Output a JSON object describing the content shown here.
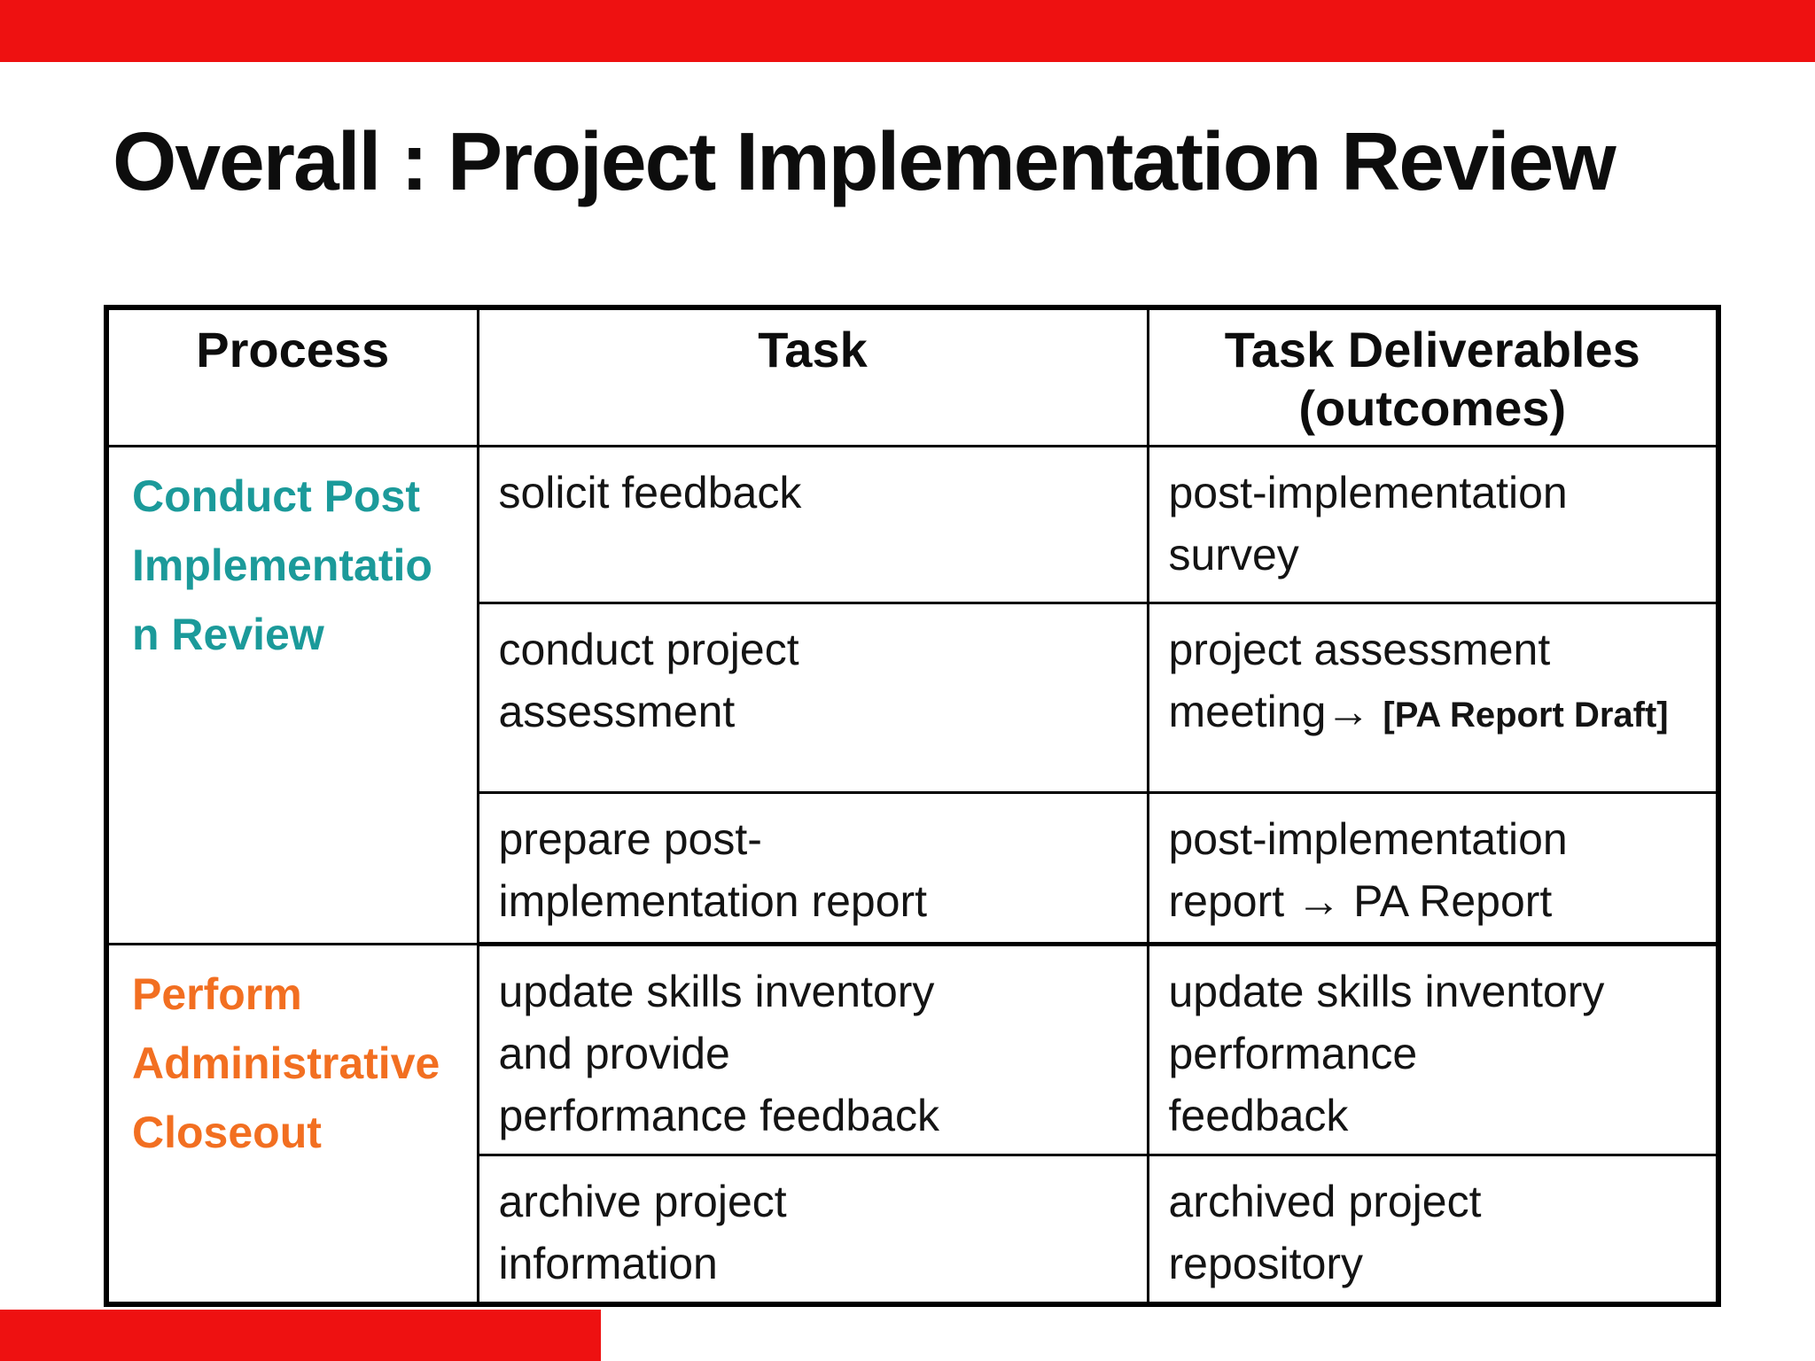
{
  "slide": {
    "title": "Overall : Project Implementation Review"
  },
  "decor": {
    "top_bar_color": "#ee1111",
    "bottom_bar_color": "#ee1111"
  },
  "table": {
    "header": {
      "process": "Process",
      "task": "Task",
      "deliverables_lines": [
        "Task Deliverables",
        "(outcomes)"
      ]
    },
    "colors": {
      "teal_process": "#1b9a9a",
      "orange_process": "#f26f21",
      "border": "#000000",
      "body_text": "#141414"
    },
    "group1": {
      "process_color": "#1b9a9a",
      "process_lines": [
        "Conduct Post",
        "Implementatio",
        "n Review"
      ],
      "rows": [
        {
          "task_lines": [
            "solicit feedback"
          ],
          "deliverable_lines": [
            "post-implementation",
            "survey"
          ]
        },
        {
          "task_lines": [
            "conduct project",
            "assessment"
          ],
          "deliverable_main": "project assessment meeting",
          "deliverable_arrow": "→",
          "deliverable_note": "[PA Report Draft]"
        },
        {
          "task_lines": [
            "prepare post-",
            "implementation report"
          ],
          "deliverable_pre": "post-implementation report",
          "deliverable_arrow": "→",
          "deliverable_post": "PA Report"
        }
      ]
    },
    "group2": {
      "process_color": "#f26f21",
      "process_lines": [
        "Perform",
        "Administrative",
        "Closeout"
      ],
      "rows": [
        {
          "task_lines": [
            "update skills inventory",
            "and provide",
            "performance feedback"
          ],
          "deliverable_lines": [
            "update skills inventory",
            "performance",
            "feedback"
          ]
        },
        {
          "task_lines": [
            "archive project",
            "information"
          ],
          "deliverable_lines": [
            "archived project",
            "repository"
          ]
        }
      ]
    }
  }
}
